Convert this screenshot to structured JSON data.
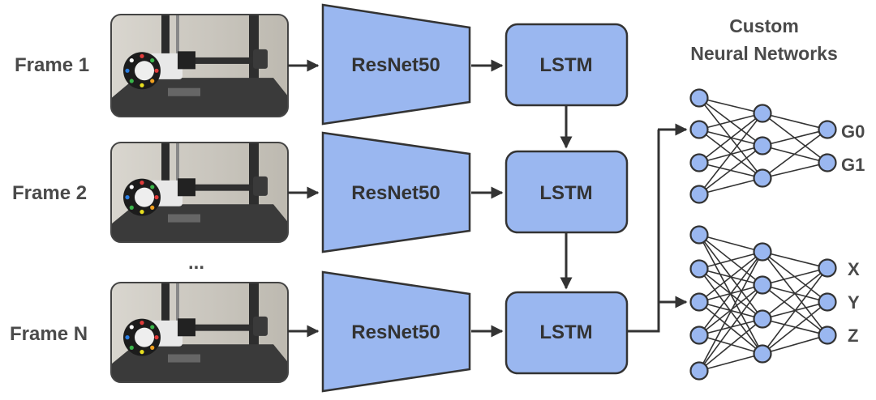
{
  "frames": [
    {
      "label": "Frame 1"
    },
    {
      "label": "Frame 2"
    },
    {
      "label": "Frame N"
    }
  ],
  "ellipsis": "...",
  "encoder_label": "ResNet50",
  "rnn_label": "LSTM",
  "custom_title_line1": "Custom",
  "custom_title_line2": "Neural Networks",
  "outputs_top": [
    "G0",
    "G1"
  ],
  "outputs_bottom": [
    "X",
    "Y",
    "Z"
  ],
  "colors": {
    "block_fill": "#9ab7f0",
    "stroke": "#333333",
    "text": "#4a4a4a"
  }
}
